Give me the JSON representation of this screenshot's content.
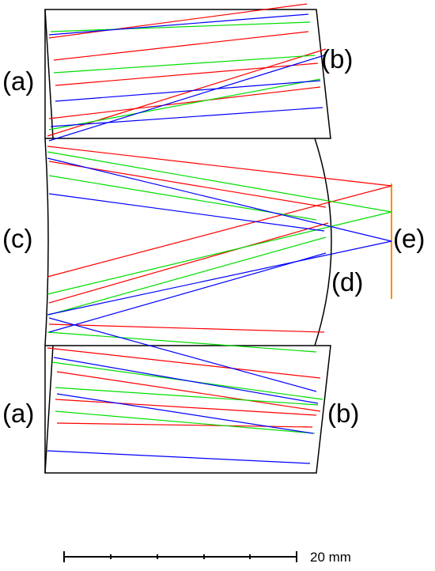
{
  "labels": {
    "a_top": "(a)",
    "b_top": "(b)",
    "c": "(c)",
    "d": "(d)",
    "e": "(e)",
    "a_bottom": "(a)",
    "b_bottom": "(b)"
  },
  "scale_bar": {
    "text": "20 mm"
  },
  "colors": {
    "red_ray": "#ff0000",
    "green_ray": "#00dd00",
    "blue_ray": "#0000ff",
    "image_plane": "#ff8c00",
    "element_outline": "#000000"
  }
}
